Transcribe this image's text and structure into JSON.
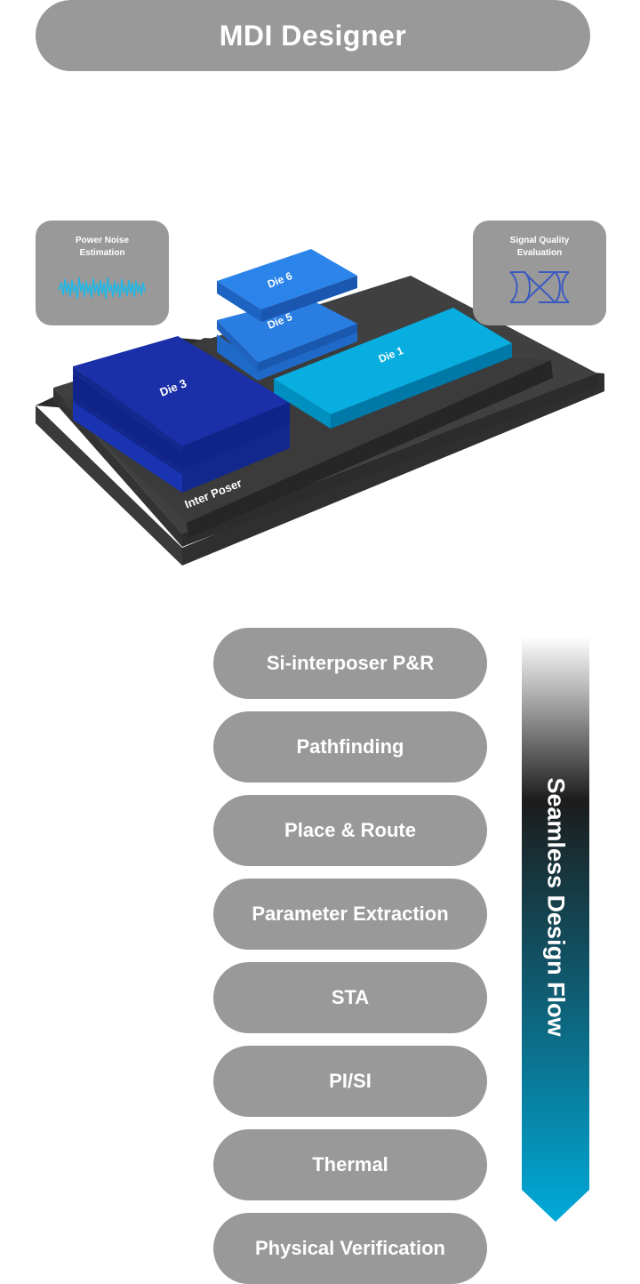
{
  "header": {
    "title": "MDI Designer"
  },
  "diagram": {
    "interposer_label": "Inter Poser",
    "dies": [
      {
        "id": "die-1",
        "label": "Die 1"
      },
      {
        "id": "die-3",
        "label": "Die 3"
      },
      {
        "id": "die-5",
        "label": "Die 5"
      },
      {
        "id": "die-6",
        "label": "Die 6"
      }
    ],
    "cards": {
      "power_noise": {
        "line1": "Power Noise",
        "line2": "Estimation"
      },
      "signal_quality": {
        "line1": "Signal Quality",
        "line2": "Evaluation"
      }
    },
    "colors": {
      "platform": "#3a3a3a",
      "die_light_blue": "#00aadd",
      "die_blue": "#2a7de1",
      "die_navy": "#1428a0",
      "card": "#999999"
    }
  },
  "flow_steps": [
    "Si-interposer P&R",
    "Pathfinding",
    "Place & Route",
    "Parameter Extraction",
    "STA",
    "PI/SI",
    "Thermal",
    "Physical Verification"
  ],
  "flow_arrow": {
    "label": "Seamless Design Flow",
    "gradient": [
      "#ffffff",
      "#1c1c1c",
      "#00aad9"
    ]
  }
}
